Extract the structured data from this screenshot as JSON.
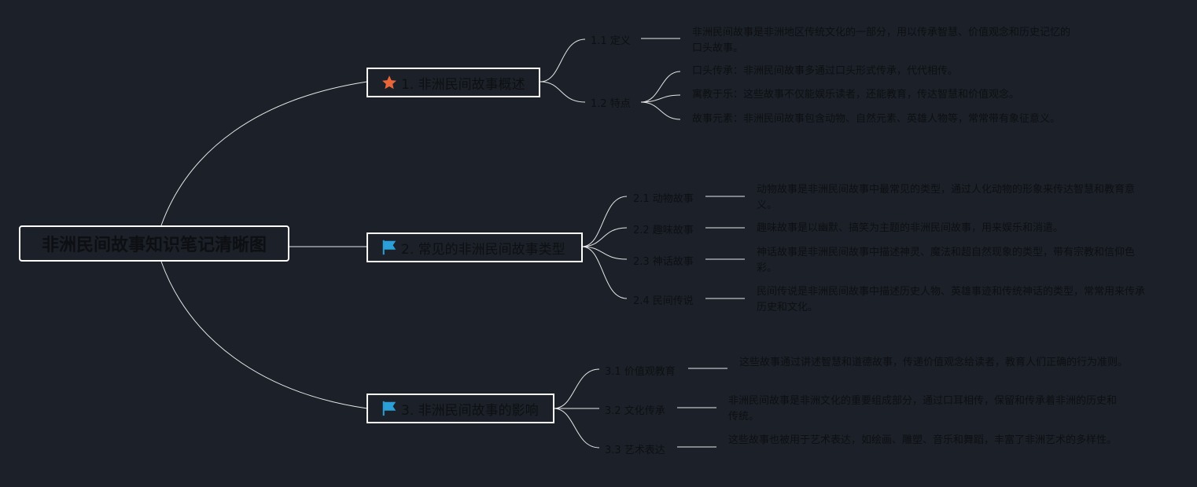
{
  "root": {
    "label": "非洲民间故事知识笔记清晰图"
  },
  "branches": [
    {
      "label": "1. 非洲民间故事概述",
      "icon": "star-icon",
      "icon_color": "#e8663a",
      "subtopics": [
        {
          "label": "1.1 定义",
          "details": [
            "非洲民间故事是非洲地区传统文化的一部分，用以传承智慧、价值观念和历史记忆的口头故事。"
          ]
        },
        {
          "label": "1.2 特点",
          "details": [
            "口头传承：非洲民间故事多通过口头形式传承，代代相传。",
            "寓教于乐：这些故事不仅能娱乐读者，还能教育，传达智慧和价值观念。",
            "故事元素：非洲民间故事包含动物、自然元素、英雄人物等，常常带有象征意义。"
          ]
        }
      ]
    },
    {
      "label": "2. 常见的非洲民间故事类型",
      "icon": "flag-icon",
      "icon_color": "#2a9fd8",
      "subtopics": [
        {
          "label": "2.1 动物故事",
          "details": [
            "动物故事是非洲民间故事中最常见的类型，通过人化动物的形象来传达智慧和教育意义。"
          ]
        },
        {
          "label": "2.2 趣味故事",
          "details": [
            "趣味故事是以幽默、搞笑为主题的非洲民间故事，用来娱乐和消遣。"
          ]
        },
        {
          "label": "2.3 神话故事",
          "details": [
            "神话故事是非洲民间故事中描述神灵、魔法和超自然现象的类型，带有宗教和信仰色彩。"
          ]
        },
        {
          "label": "2.4 民间传说",
          "details": [
            "民间传说是非洲民间故事中描述历史人物、英雄事迹和传统神话的类型，常常用来传承历史和文化。"
          ]
        }
      ]
    },
    {
      "label": "3. 非洲民间故事的影响",
      "icon": "flag-icon",
      "icon_color": "#2a9fd8",
      "subtopics": [
        {
          "label": "3.1 价值观教育",
          "details": [
            "这些故事通过讲述智慧和道德故事，传递价值观念给读者，教育人们正确的行为准则。"
          ]
        },
        {
          "label": "3.2 文化传承",
          "details": [
            "非洲民间故事是非洲文化的重要组成部分，通过口耳相传，保留和传承着非洲的历史和传统。"
          ]
        },
        {
          "label": "3.3 艺术表达",
          "details": [
            "这些故事也被用于艺术表达，如绘画、雕塑、音乐和舞蹈，丰富了非洲艺术的多样性。"
          ]
        }
      ]
    }
  ],
  "colors": {
    "background": "#1c2129",
    "lines": "#e6e6e6",
    "node_border": "#ffffff",
    "text": "#0d0f12"
  }
}
